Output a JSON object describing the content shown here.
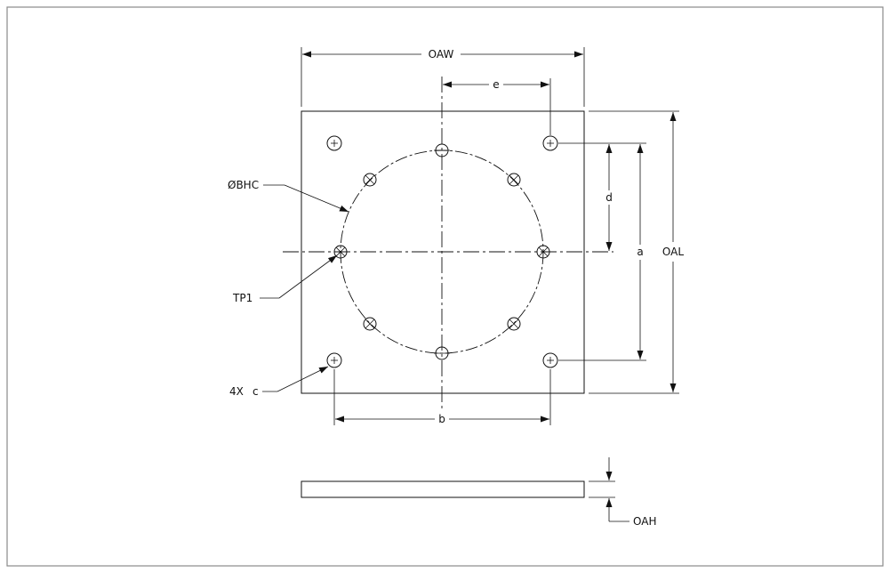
{
  "labels": {
    "oaw": "OAW",
    "oal": "OAL",
    "oah": "OAH",
    "a": "a",
    "b": "b",
    "d": "d",
    "e": "e",
    "bhc": "ØBHC",
    "tp1": "TP1",
    "holes_4x": "4X",
    "holes_c": "c"
  }
}
